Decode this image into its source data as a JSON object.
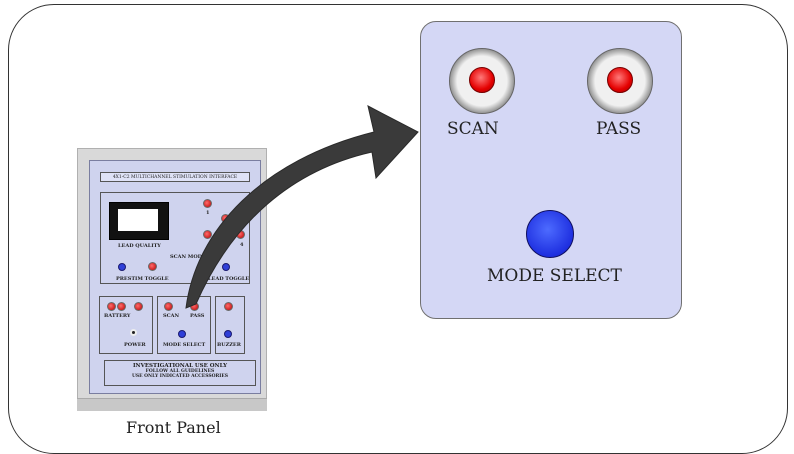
{
  "device": {
    "title": "4X1-C2 MULTICHANNEL STIMULATION INTERFACE",
    "lead_quality": "LEAD QUALITY",
    "scan_mode": "SCAN MODE",
    "preset_toggle": "PRESTIM TOGGLE",
    "lead_toggle": "LEAD TOGGLE",
    "battery": "BATTERY",
    "power": "POWER",
    "scan": "SCAN",
    "pass": "PASS",
    "mode_select": "MODE SELECT",
    "buzzer": "BUZZER",
    "ch1": "1",
    "ch4": "4",
    "investigational": "INVESTIGATIONAL USE ONLY",
    "follow": "FOLLOW ALL GUIDELINES",
    "accessories": "USE ONLY INDICATED ACCESSORIES"
  },
  "zoom": {
    "scan_label": "SCAN",
    "pass_label": "PASS",
    "mode_select_label": "MODE SELECT"
  },
  "caption": "Front Panel",
  "colors": {
    "panel_face": "#d4d7f5",
    "red_button": "#e40000",
    "blue_button": "#1e2fe0",
    "arrow": "#3a3a3a"
  }
}
